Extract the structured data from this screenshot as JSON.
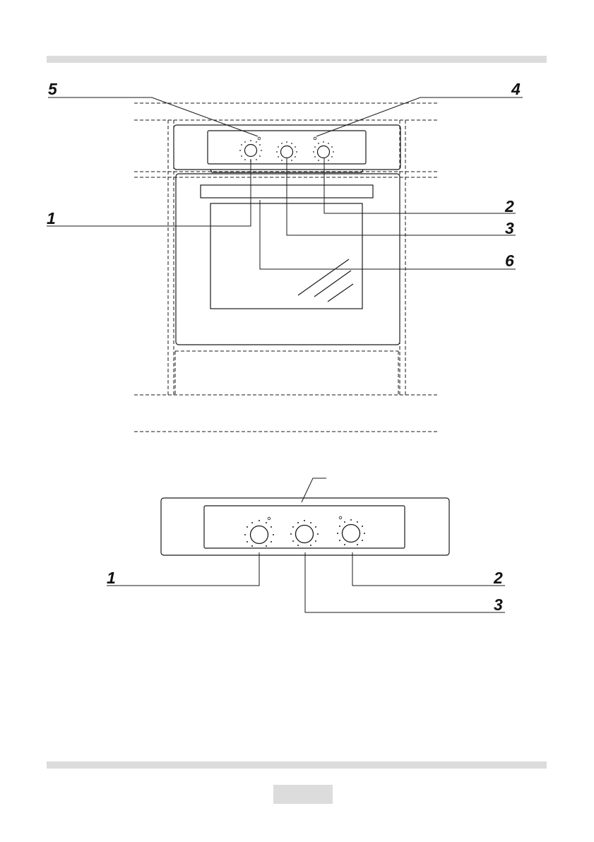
{
  "colors": {
    "bar": "#dcdcdc",
    "line": "#1a1a1a"
  },
  "callouts": {
    "top": {
      "label_1": "1",
      "label_2": "2",
      "label_3": "3",
      "label_4": "4",
      "label_5": "5",
      "label_6": "6"
    },
    "bottom": {
      "label_1": "1",
      "label_2": "2",
      "label_3": "3"
    }
  },
  "page": {
    "number": ""
  }
}
